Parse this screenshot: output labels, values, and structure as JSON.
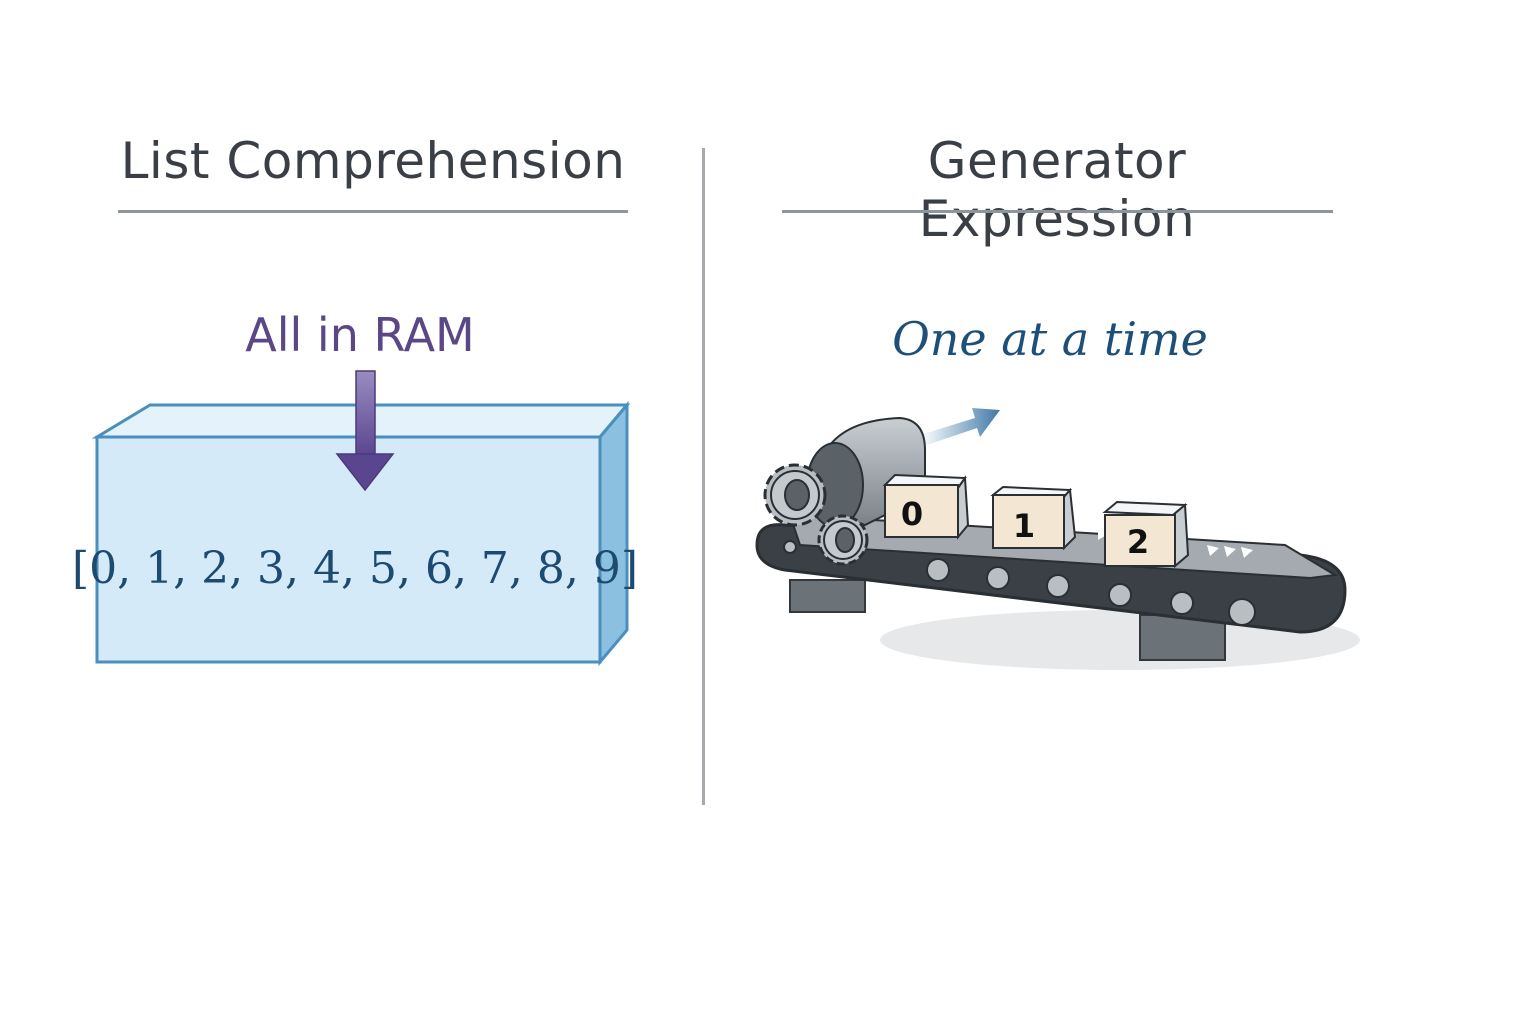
{
  "left_panel": {
    "title": "List Comprehension",
    "caption": "All in RAM",
    "list_values": "[0, 1, 2, 3, 4, 5, 6, 7, 8, 9]",
    "icons": [
      "down-arrow-icon",
      "memory-box-icon"
    ]
  },
  "right_panel": {
    "title": "Generator Expression",
    "caption": "One at a time",
    "boxes": [
      "0",
      "1",
      "2"
    ],
    "icons": [
      "conveyor-belt-icon",
      "gear-icon",
      "motion-arrow-icon"
    ]
  },
  "colors": {
    "title": "#3a3f45",
    "left_caption": "#5b4786",
    "right_caption": "#1e4f78",
    "ram_box_fill": "#d5eaf8",
    "ram_box_stroke": "#4a8fbd",
    "arrow": "#5f4a94",
    "box_face": "#f3e6d2"
  }
}
